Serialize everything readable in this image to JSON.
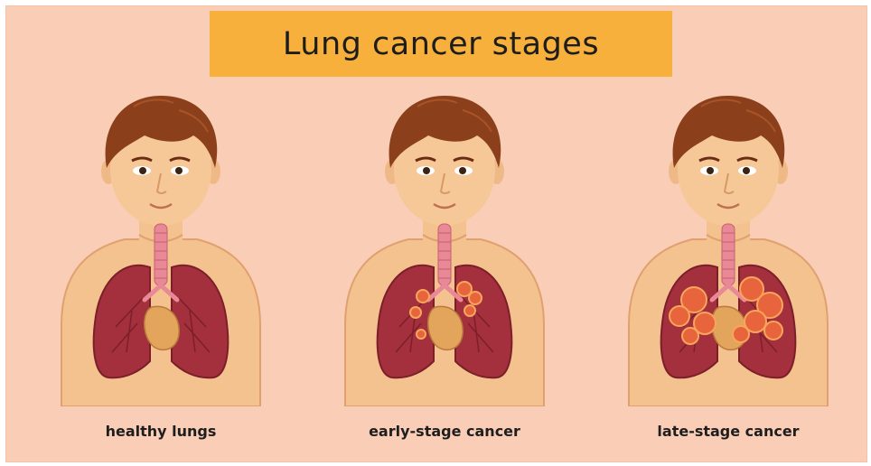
{
  "title": "Lung cancer stages",
  "colors": {
    "background": "#f9cdb6",
    "banner": "#f7b03b",
    "skin": "#f3c28f",
    "hair": "#8b3f1a",
    "lung": "#a3303c",
    "trachea": "#e98896",
    "heart": "#e3a45b",
    "tumor": "#e8643c"
  },
  "panels": [
    {
      "caption": "healthy lungs",
      "stage": "healthy"
    },
    {
      "caption": "early-stage cancer",
      "stage": "early"
    },
    {
      "caption": "late-stage cancer",
      "stage": "late"
    }
  ]
}
